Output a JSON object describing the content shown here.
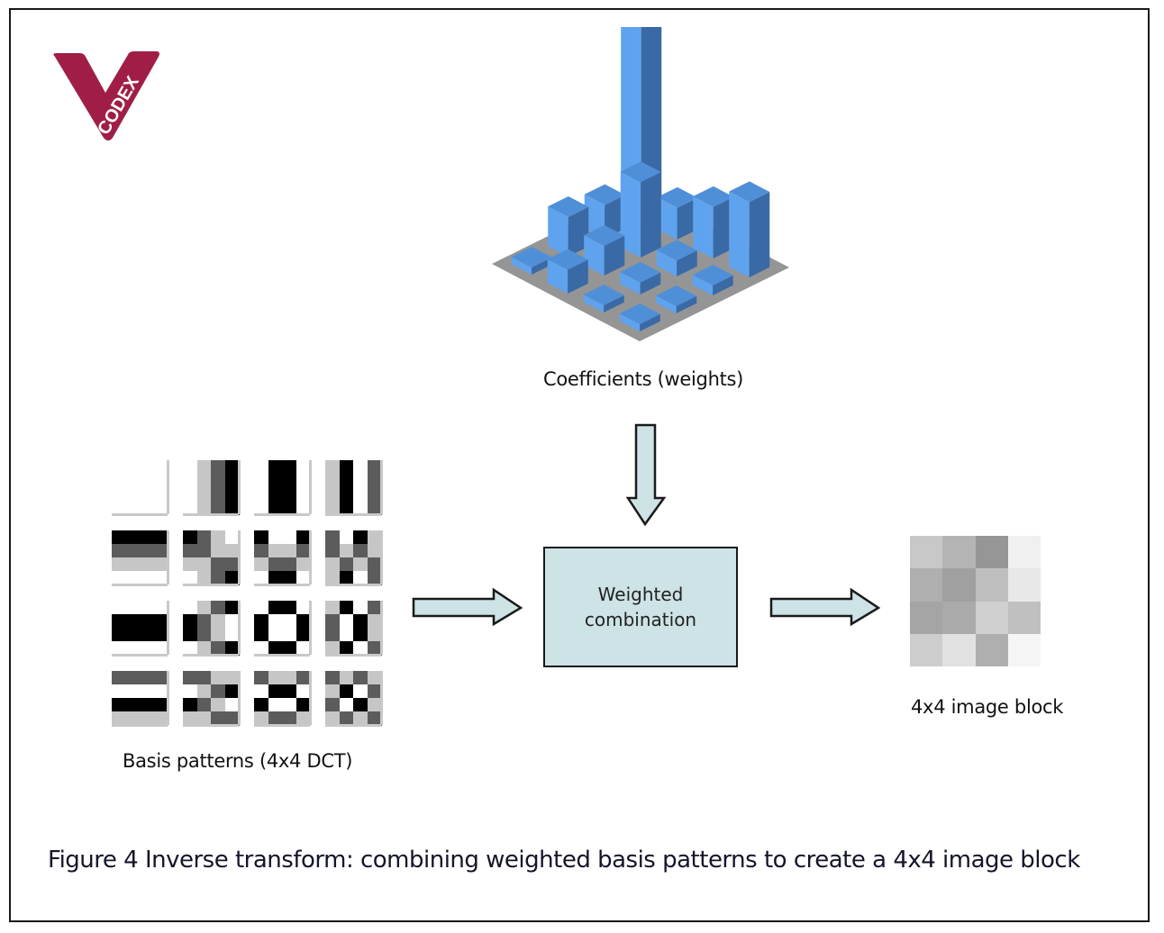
{
  "figure": {
    "caption": "Figure 4 Inverse transform: combining weighted basis patterns to create a 4x4 image block",
    "logo": {
      "text": "CODEX",
      "icon": "v-codex-logo",
      "color": "#a01e46"
    },
    "coefficients": {
      "label": "Coefficients (weights)",
      "bar_color": "#5fa3ee",
      "bar_side_color": "#3a6aa5",
      "bar_top_color": "#4f8fd8",
      "plate_color": "#959595",
      "values": [
        [
          100,
          16,
          26,
          38
        ],
        [
          17,
          38,
          8,
          5
        ],
        [
          20,
          15,
          6,
          3
        ],
        [
          3,
          12,
          3,
          3
        ]
      ]
    },
    "basis": {
      "label": "Basis patterns (4x4 DCT)",
      "levels_note": "0=white, 1=light gray, 2=dark gray, 3=black",
      "patterns": [
        [
          [
            [
              0,
              0,
              0,
              0
            ],
            [
              0,
              0,
              0,
              0
            ],
            [
              0,
              0,
              0,
              0
            ],
            [
              0,
              0,
              0,
              0
            ]
          ],
          [
            [
              0,
              1,
              2,
              3
            ],
            [
              0,
              1,
              2,
              3
            ],
            [
              0,
              1,
              2,
              3
            ],
            [
              0,
              1,
              2,
              3
            ]
          ],
          [
            [
              0,
              3,
              3,
              0
            ],
            [
              0,
              3,
              3,
              0
            ],
            [
              0,
              3,
              3,
              0
            ],
            [
              0,
              3,
              3,
              0
            ]
          ],
          [
            [
              1,
              3,
              0,
              2
            ],
            [
              1,
              3,
              0,
              2
            ],
            [
              1,
              3,
              0,
              2
            ],
            [
              1,
              3,
              0,
              2
            ]
          ]
        ],
        [
          [
            [
              3,
              3,
              3,
              3
            ],
            [
              2,
              2,
              2,
              2
            ],
            [
              1,
              1,
              1,
              1
            ],
            [
              0,
              0,
              0,
              0
            ]
          ],
          [
            [
              3,
              2,
              1,
              0
            ],
            [
              2,
              2,
              1,
              1
            ],
            [
              1,
              1,
              2,
              2
            ],
            [
              0,
              1,
              2,
              3
            ]
          ],
          [
            [
              3,
              0,
              0,
              3
            ],
            [
              2,
              1,
              1,
              2
            ],
            [
              1,
              2,
              2,
              1
            ],
            [
              0,
              3,
              3,
              0
            ]
          ],
          [
            [
              2,
              0,
              3,
              1
            ],
            [
              2,
              1,
              2,
              1
            ],
            [
              1,
              2,
              1,
              2
            ],
            [
              1,
              3,
              0,
              2
            ]
          ]
        ],
        [
          [
            [
              0,
              0,
              0,
              0
            ],
            [
              3,
              3,
              3,
              3
            ],
            [
              3,
              3,
              3,
              3
            ],
            [
              0,
              0,
              0,
              0
            ]
          ],
          [
            [
              0,
              1,
              2,
              3
            ],
            [
              3,
              2,
              1,
              0
            ],
            [
              3,
              2,
              1,
              0
            ],
            [
              0,
              1,
              2,
              3
            ]
          ],
          [
            [
              0,
              3,
              3,
              0
            ],
            [
              3,
              0,
              0,
              3
            ],
            [
              3,
              0,
              0,
              3
            ],
            [
              0,
              3,
              3,
              0
            ]
          ],
          [
            [
              1,
              3,
              0,
              2
            ],
            [
              2,
              0,
              3,
              1
            ],
            [
              2,
              0,
              3,
              1
            ],
            [
              1,
              3,
              0,
              2
            ]
          ]
        ],
        [
          [
            [
              2,
              2,
              2,
              2
            ],
            [
              0,
              0,
              0,
              0
            ],
            [
              3,
              3,
              3,
              3
            ],
            [
              1,
              1,
              1,
              1
            ]
          ],
          [
            [
              2,
              2,
              1,
              1
            ],
            [
              0,
              1,
              2,
              3
            ],
            [
              3,
              2,
              1,
              0
            ],
            [
              1,
              1,
              2,
              2
            ]
          ],
          [
            [
              2,
              1,
              1,
              2
            ],
            [
              0,
              3,
              3,
              0
            ],
            [
              3,
              0,
              0,
              3
            ],
            [
              1,
              2,
              2,
              1
            ]
          ],
          [
            [
              2,
              1,
              2,
              1
            ],
            [
              1,
              3,
              0,
              2
            ],
            [
              2,
              0,
              3,
              1
            ],
            [
              1,
              2,
              1,
              2
            ]
          ]
        ]
      ]
    },
    "combination": {
      "line1": "Weighted",
      "line2": "combination",
      "fill": "#cde3e6"
    },
    "output_block": {
      "label": "4x4 image block",
      "gray_values": [
        [
          200,
          180,
          150,
          240
        ],
        [
          175,
          160,
          190,
          232
        ],
        [
          165,
          170,
          208,
          192
        ],
        [
          205,
          225,
          175,
          245
        ]
      ]
    },
    "arrows": [
      {
        "name": "coefficients-to-combination",
        "direction": "down"
      },
      {
        "name": "basis-to-combination",
        "direction": "right"
      },
      {
        "name": "combination-to-block",
        "direction": "right"
      }
    ]
  }
}
